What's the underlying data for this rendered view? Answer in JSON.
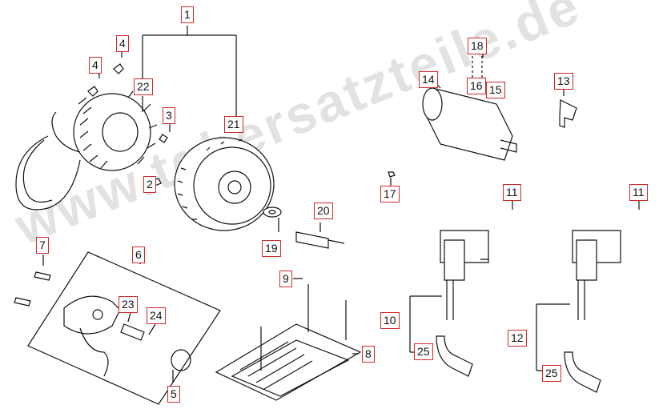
{
  "watermark": "www.tgbersatzteile.de",
  "colors": {
    "callout_border": "#d0282b",
    "line": "#111111",
    "watermark": "#d9d9d9"
  },
  "callouts": {
    "c1": "1",
    "c2": "2",
    "c3": "3",
    "c4a": "4",
    "c4b": "4",
    "c5": "5",
    "c6": "6",
    "c7": "7",
    "c8": "8",
    "c9": "9",
    "c10": "10",
    "c11a": "11",
    "c11b": "11",
    "c12": "12",
    "c13": "13",
    "c14": "14",
    "c15": "15",
    "c16": "16",
    "c17": "17",
    "c18": "18",
    "c19": "19",
    "c20": "20",
    "c21": "21",
    "c22": "22",
    "c23": "23",
    "c24": "24",
    "c25a": "25",
    "c25b": "25"
  }
}
